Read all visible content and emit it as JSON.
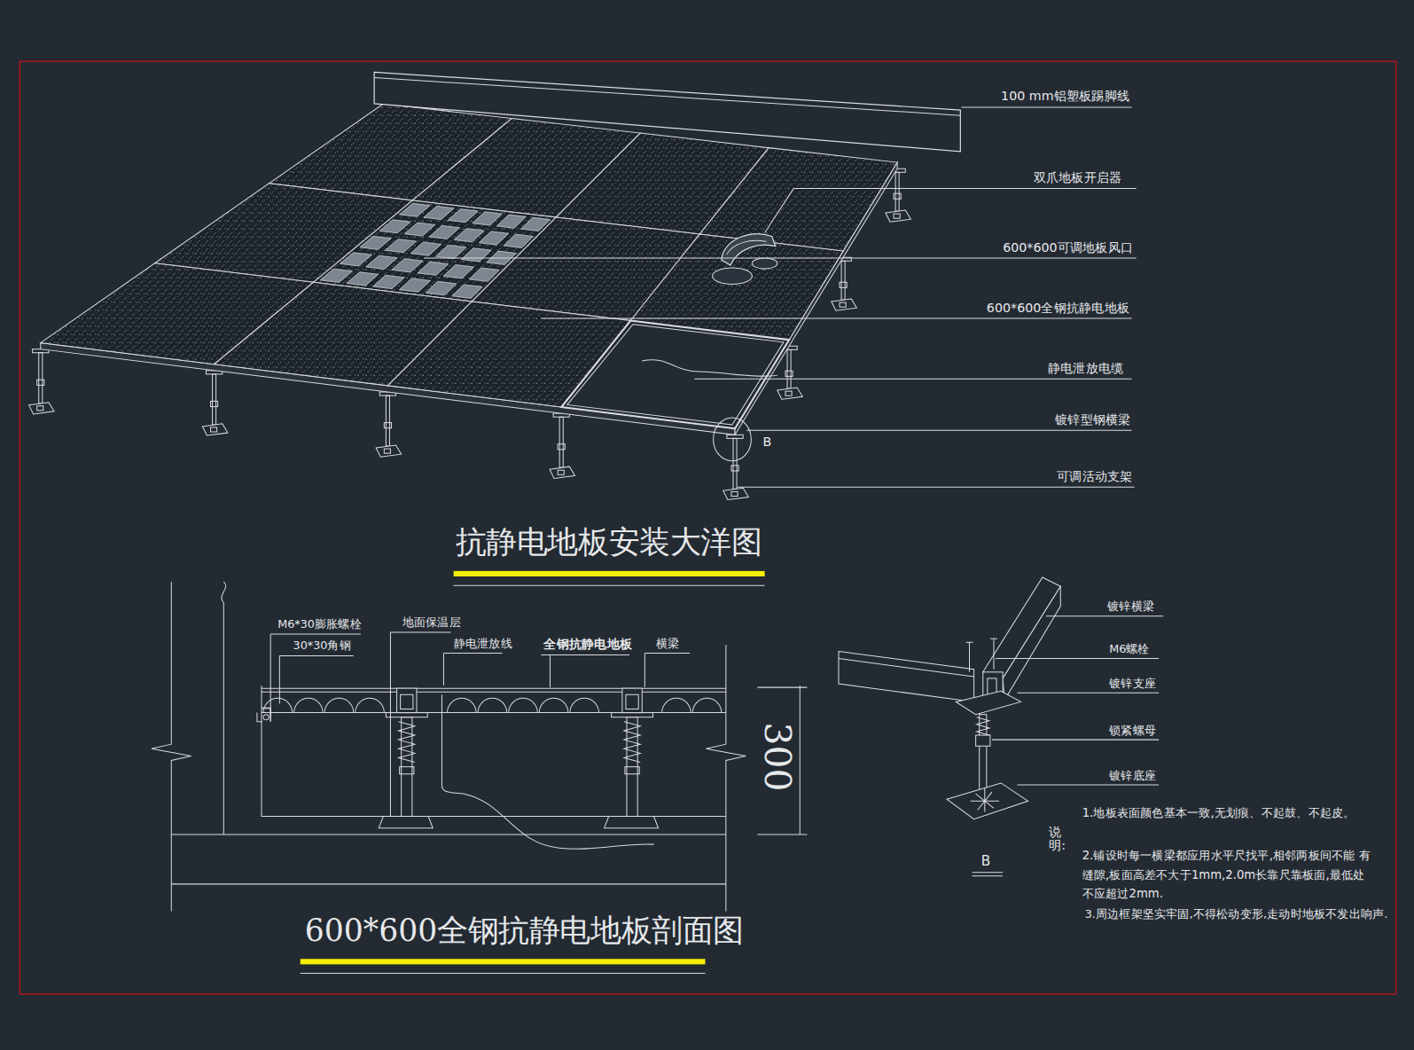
{
  "diagram": {
    "title": "抗静电地板安装大洋图",
    "caption": "600*600全钢抗静电地板剖面图",
    "labels": [
      "100 mm铝塑板踢脚线",
      "双爪地板开启器",
      "600*600可调地板风口",
      "600*600全钢抗静电地板",
      "静电泄放电缆",
      "镀锌型钢横梁",
      "B",
      "可调活动支架",
      "M6*30膨胀螺栓",
      "30*30角钢",
      "地面保温层",
      "静电泄放线",
      "全钢抗静电地板",
      "横梁",
      "300",
      "镀锌横梁",
      "M6螺栓",
      "镀锌支座",
      "锁紧螺母",
      "镀锌底座",
      "B",
      "说明:",
      "1.地板表面颜色基本一致,无划痕、不起鼓、不起皮。",
      "2.铺设时每一横梁都应用水平尺找平,相邻两板间不能 有缝隙,板面高差不大于1mm,2.0m长靠尺靠板面,最低处 不应超过2mm.",
      "3.周边框架坚实牢固,不得松动变形,走动时地板不发出响声."
    ]
  }
}
